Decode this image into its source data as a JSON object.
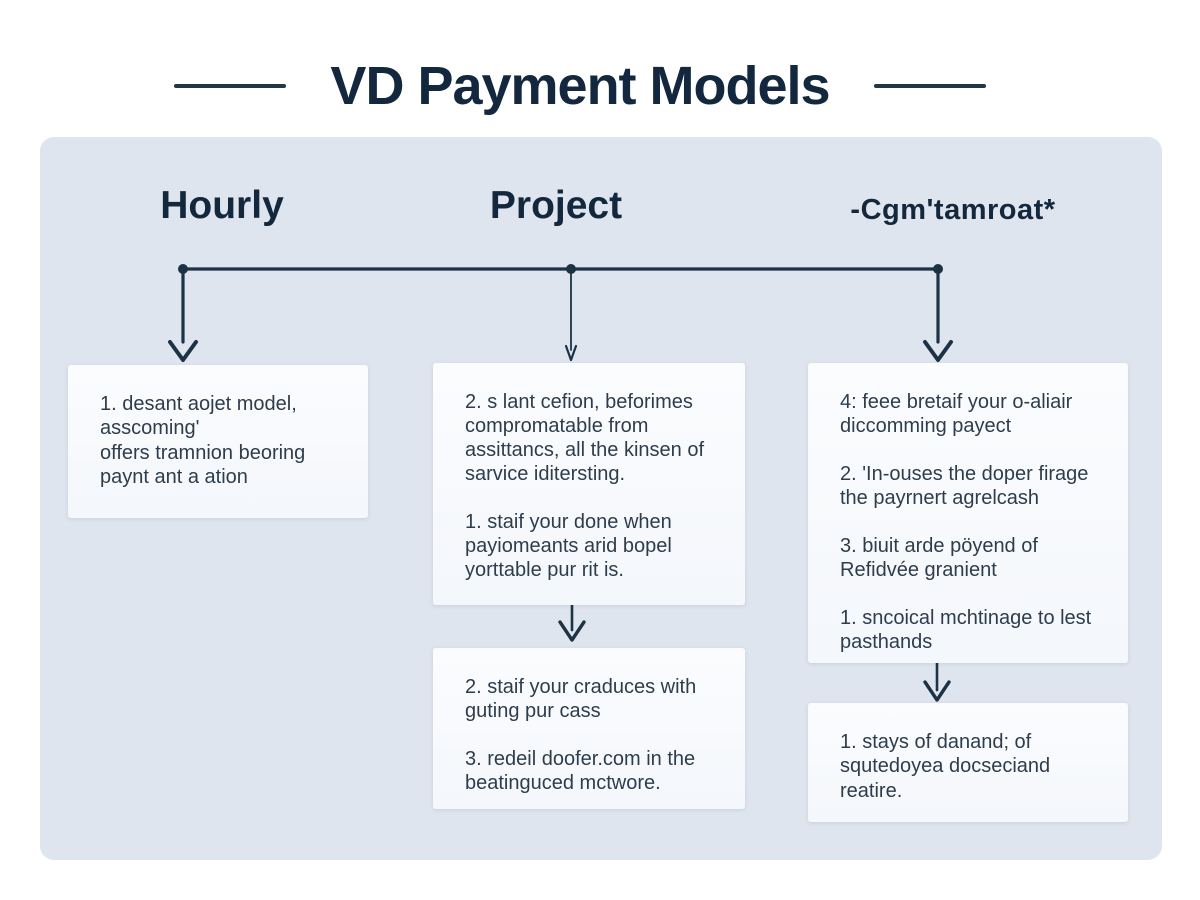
{
  "title": {
    "text": "VD Payment Models"
  },
  "columns": [
    {
      "header": "Hourly",
      "boxes": [
        {
          "text": "1. desant aojet model,\nasscoming'\noffers tramnion beoring\npaynt ant a ation"
        }
      ]
    },
    {
      "header": "Project",
      "boxes": [
        {
          "text": "2. s lant cefion, beforimes\ncompromatable from\nassittancs, all the kinsen of\nsarvice iditersting.\n\n1. staif your done when\npayiomeants arid bopel\nyorttable pur rit is."
        },
        {
          "text": "2. staif your craduces with\nguting pur cass\n\n3. redeil doofer.com in the\nbeatinguced mctwore."
        }
      ]
    },
    {
      "header": "-Cgm'tamroat*",
      "boxes": [
        {
          "text": "4: feee bretaif your o-aliair\ndiccomming payect\n\n2. 'In-ouses the doper firage\nthe payrnert agrelcash\n\n3. biuit arde pöyend of\nRefidvée granient\n\n1. sncoical mchtinage to lest\npasthands"
        },
        {
          "text": "1. stays of danand; of\nsqutedoyea docseciand\nreatire."
        }
      ]
    }
  ],
  "colors": {
    "panel_bg": "#dfe5ee",
    "box_bg": "#f7fafc",
    "title_text": "#13283e",
    "body_text": "#2e3d4d",
    "connector": "#1c3245"
  }
}
